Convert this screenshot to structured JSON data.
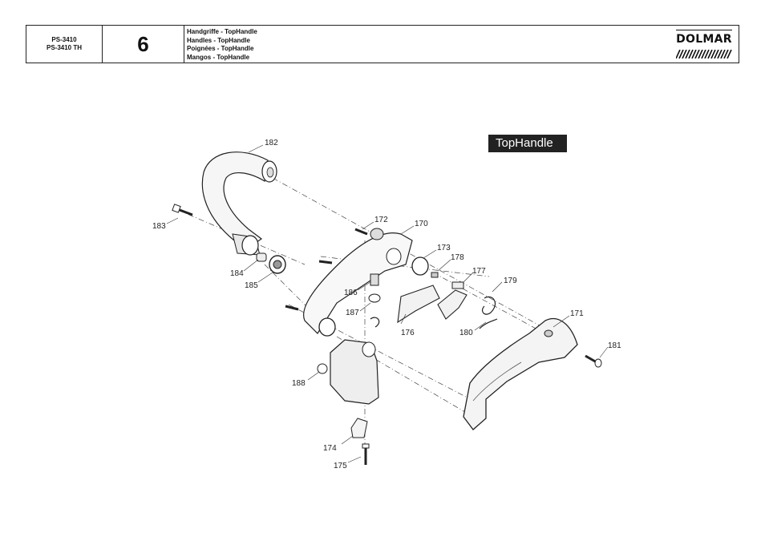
{
  "header": {
    "models": [
      "PS-3410",
      "PS-3410 TH"
    ],
    "section_number": "6",
    "titles": [
      "Handgriffe  -  TopHandle",
      "Handles  -  TopHandle",
      "Poignées  -  TopHandle",
      "Mangos  -  TopHandle"
    ],
    "brand": "DOLMAR"
  },
  "tag_label": "TopHandle",
  "callouts": {
    "p170": "170",
    "p171": "171",
    "p172": "172",
    "p173": "173",
    "p174": "174",
    "p175": "175",
    "p176": "176",
    "p177": "177",
    "p178": "178",
    "p179": "179",
    "p180": "180",
    "p181": "181",
    "p182": "182",
    "p183": "183",
    "p184": "184",
    "p185": "185",
    "p186": "186",
    "p187": "187",
    "p188": "188"
  }
}
